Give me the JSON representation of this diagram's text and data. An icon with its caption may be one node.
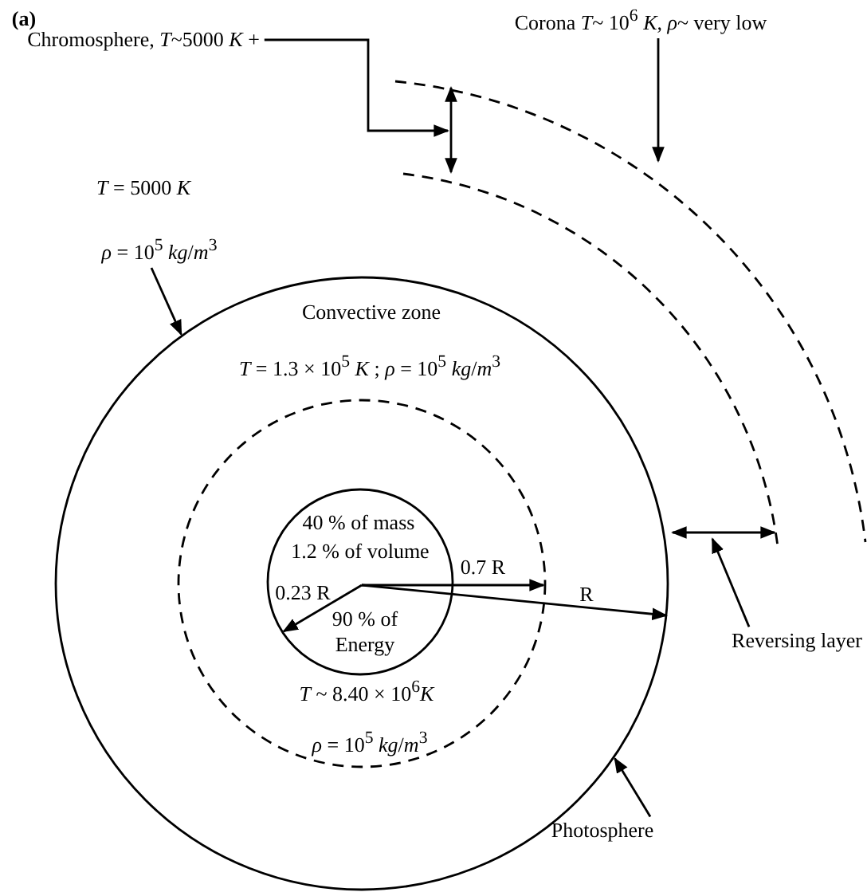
{
  "diagram": {
    "nodes": [
      {
        "text": [
          "Chromosphere, *T*~5000 *K* +"
        ]
      },
      {
        "text": [
          "Corona *T*~ 10$^{6}$ *K*,  *ρ*~ very low"
        ]
      },
      {
        "text": [
          "*T* = 5000 *K*",
          "*ρ* = 10$^{5}$ *kg*/*m*$^{3}$"
        ]
      },
      {
        "text": [
          "Convective zone",
          "*T* = 1.3 × 10$^{5}$ *K* ; *ρ* = 10$^{5}$  *kg*/*m*$^{3}$"
        ]
      },
      {
        "text": [
          "*T* ~ 8.40 × 10$^{6}$*K*",
          "*ρ* = 10$^{5}$ *kg*/*m*$^{3}$"
        ],
        "in": 3
      },
      {
        "text": [
          "40 % of mass",
          "1.2 % of volume",
          "90 % of Energy"
        ],
        "in": 4
      },
      {
        "text": [
          "Reversing layer"
        ]
      },
      {
        "text": [
          "Photosphere"
        ]
      }
    ],
    "edges": [
      {
        "from": 0,
        "to": null,
        "arrow": "to"
      },
      {
        "from": 1,
        "to": null,
        "arrow": "to"
      },
      {
        "from": 2,
        "to": 3,
        "arrow": "to"
      },
      {
        "from": 6,
        "to": null,
        "arrow": "to"
      },
      {
        "from": 7,
        "to": 3,
        "arrow": "to"
      }
    ],
    "labels": [
      "(a)",
      "0.7 R",
      "0.23 R",
      "R"
    ]
  }
}
